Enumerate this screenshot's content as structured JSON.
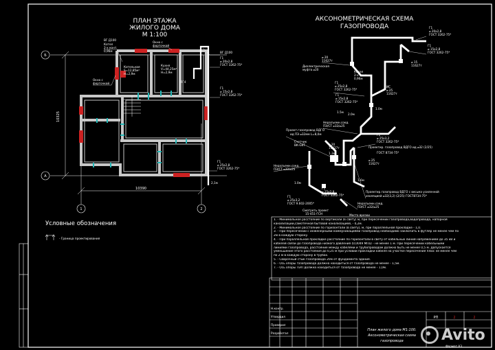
{
  "colors": {
    "background": "#000000",
    "lines": "#ffffff",
    "walls": "#c8c8c8",
    "gas_pipe": "#ffffff",
    "red_elements": "#cc2222",
    "cyan_elements": "#22b8b8"
  },
  "plan": {
    "title_line1": "ПЛАН ЭТАЖА",
    "title_line2": "ЖИЛОГО ДОМА",
    "title_line3": "М 1:100",
    "dim_vertical": "10325",
    "dim_horizontal": "10390",
    "axis_b": "Б",
    "axis_a": "А",
    "axis_1": "1",
    "axis_2": "2",
    "label_kotelnaya": [
      "Котельная",
      "S=12,85м²",
      "H=2,9м"
    ],
    "label_kuhnya": [
      "Кухня",
      "V=44,25м³",
      "H=2,9м"
    ],
    "label_okno_fortochka_top": [
      "Окно с",
      "форточкой"
    ],
    "label_okno_fortochka_left": [
      "Окно с",
      "форточкой"
    ],
    "label_vg_d100": "ВГ Д100",
    "label_kotel": [
      "Котел",
      "2-х конт.",
      "0,96м"
    ],
    "label_vg_d100_right": "ВГ Д100",
    "label_g1_top": [
      "Г1",
      "⌀ 20х2,8",
      "ГОСТ 3262-75*"
    ],
    "label_pg4": "ПГ4",
    "label_g1_mid": [
      "Г1",
      "⌀ 15х2,8",
      "ГОСТ 3262-75*"
    ],
    "label_g1_bottom": [
      "Г1",
      "⌀ 25х2,8",
      "ГОСТ 3262-75*"
    ],
    "label_2_1m": "2,1м"
  },
  "axon": {
    "title_line1": "АКСОНОМЕТРИЧЕСКАЯ СХЕМА",
    "title_line2": "ГАЗОПРОВОДА",
    "labels": [
      [
        "Г1",
        "⌀ 20х2,8",
        "ГОСТ 3262-75*"
      ],
      [
        "Г1",
        "⌀ 15х2,8",
        "ГОСТ 3262-75*"
      ],
      [
        "⌀ 15",
        "11627т"
      ],
      [
        "⌀ 20",
        "11627т"
      ],
      [
        "Диэлектрическая",
        "муфта ⌀20"
      ],
      [
        "Котел",
        "2-х конт.",
        "0,96м"
      ],
      [
        "Г1",
        "⌀ 25х2,8",
        "ГОСТ 3262-75*"
      ],
      [
        "Г1",
        "⌀ 15х2,8",
        "ГОСТ 3262-75*"
      ],
      [
        "ИС",
        "⌀ 25",
        "11627т"
      ],
      [
        "Неразъемн.соед.",
        "ПЭ/СТ ⌀32/⌀25"
      ],
      [
        "Проект.газопровод ВДГО",
        "ид ПЭ ⌀32мм L=8,0м"
      ],
      [
        "Счетчик",
        "ВК-G6Т"
      ],
      [
        "⌀ 20",
        "11627т"
      ],
      [
        "Г1",
        "⌀ 25х3,2",
        "ГОСТ 3262-75*",
        "ГОСТ 8734-75*"
      ],
      [
        "Проектир. газопровод ВДГО ид ⌀32 (2/25)"
      ],
      [
        "⌀ 25",
        "11627т"
      ],
      [
        "Неразъемн.соед.",
        "ПЭ/СТ ⌀32/⌀25"
      ],
      [
        "Г1",
        "⌀ 25х2,8",
        "ГОСТ 3262-75*"
      ],
      [
        "Г1",
        "⌀ 25х3,2",
        "ГОСТ 9.602-2005*"
      ],
      [
        "Проектир.газопровод ВДГО с весьма усиленной",
        "изоляцией ⌀32(3,2) (2/25) ГОСТ8734-75*"
      ],
      [
        "Неразъемн.соед.",
        "ПЭ/СТ ⌀32/⌀25"
      ],
      [
        "Место врезки"
      ],
      [
        "Смотреть проект",
        "15-451-ГСН"
      ],
      [
        "1.0м"
      ],
      [
        "1.5м"
      ],
      [
        "1.0м"
      ],
      [
        "1.3м"
      ],
      [
        "2.0м"
      ],
      [
        "1.6м"
      ]
    ]
  },
  "legend": {
    "title": "Условные обозначения",
    "item_label": "- Граница проектирования"
  },
  "notes": [
    "1. - Минимальное расстояние по вертикали (в свету) м, при пересечении газопровода,водопровода, напорной",
    "канализации,самотечной бытовой канализацией, - 0,2м.",
    "2. - Минимальное расстояние по горизонтали (в свету), м, при параллельной прокладке - 1,0.",
    "3. - При пересечении с инженерными коммуникациями газопровод необходимо заключить в футляр не менее чем по",
    "2м в каждую сторону.",
    "4. - При параллельной прокладке расстояние по горизонтали в свету от кабельных линий напряжением до 35 кВ и",
    "кабелей связи до газопровода низкого давления (0,0049 МПа) - не менее 1 м. При пересечении кабельными",
    "линиями газопровода, расстояние между кабелями и трубопроводом должно быть не менее 0,5 м. Допускается",
    "уменьшение этого расстояния до 0,25 м при условии прокладки кабеля на участке пересечения плюс не менее чем",
    "по 2 м в каждую сторону в трубах.",
    "5. - Сварочный стык газопровода 20м от фундамента здания.",
    "6. - Ось опоры газопровода должна находиться от газопровода не менее - 1,5м.",
    "7. - Ось опоры ПЭП должна находиться от газопровода не менее - 1,0м."
  ],
  "title_block": {
    "rows": [
      "Н.контр.",
      "Утвердил",
      "Проверил",
      "Разработал"
    ],
    "stage": "РП",
    "sheet": "2",
    "sheets": "2",
    "description_line1": "План жилого дома М1:100.",
    "description_line2": "Аксонометрическая схема",
    "description_line3": "газопровода",
    "format": "Формат А3"
  },
  "watermark": "Avito"
}
